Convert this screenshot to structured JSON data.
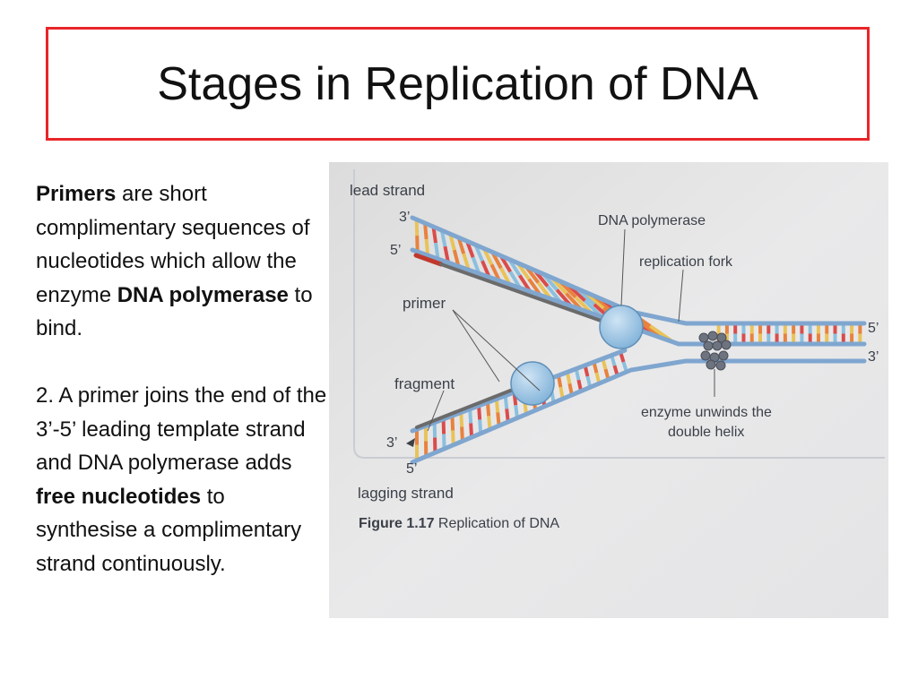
{
  "slide": {
    "title": "Stages in Replication of DNA"
  },
  "text": {
    "para1": [
      {
        "t": "Primers",
        "b": true
      },
      {
        "t": " are short complimentary sequences of nucleotides which allow the enzyme ",
        "b": false
      },
      {
        "t": "DNA polymerase",
        "b": true
      },
      {
        "t": " to bind.",
        "b": false
      }
    ],
    "para2": [
      {
        "t": "2. A primer joins the end of the 3’-5’ leading template strand and DNA polymerase adds ",
        "b": false
      },
      {
        "t": "free nucleotides",
        "b": true
      },
      {
        "t": " to synthesise a complimentary strand continuously.",
        "b": false
      }
    ]
  },
  "figure": {
    "labels": {
      "lead_strand": "lead strand",
      "lead_3": "3’",
      "lead_5": "5’",
      "primer": "primer",
      "dna_polymerase": "DNA polymerase",
      "replication_fork": "replication fork",
      "right_5": "5’",
      "right_3": "3’",
      "fragment": "fragment",
      "enzyme_line1": "enzyme unwinds the",
      "enzyme_line2": "double helix",
      "lag_3": "3’",
      "lag_5": "5’",
      "lagging_strand": "lagging strand",
      "caption_bold": "Figure 1.17",
      "caption_rest": " Replication of DNA"
    },
    "colors": {
      "backbone": "#7fa6cf",
      "base_colors": [
        "#e9c35a",
        "#e8823e",
        "#d94c4c",
        "#8bbfde"
      ],
      "primer": "#c0392b",
      "new_strand": "#6b6b6b",
      "polymerase": "#9fc7e6",
      "helicase": "#6e7380"
    }
  }
}
